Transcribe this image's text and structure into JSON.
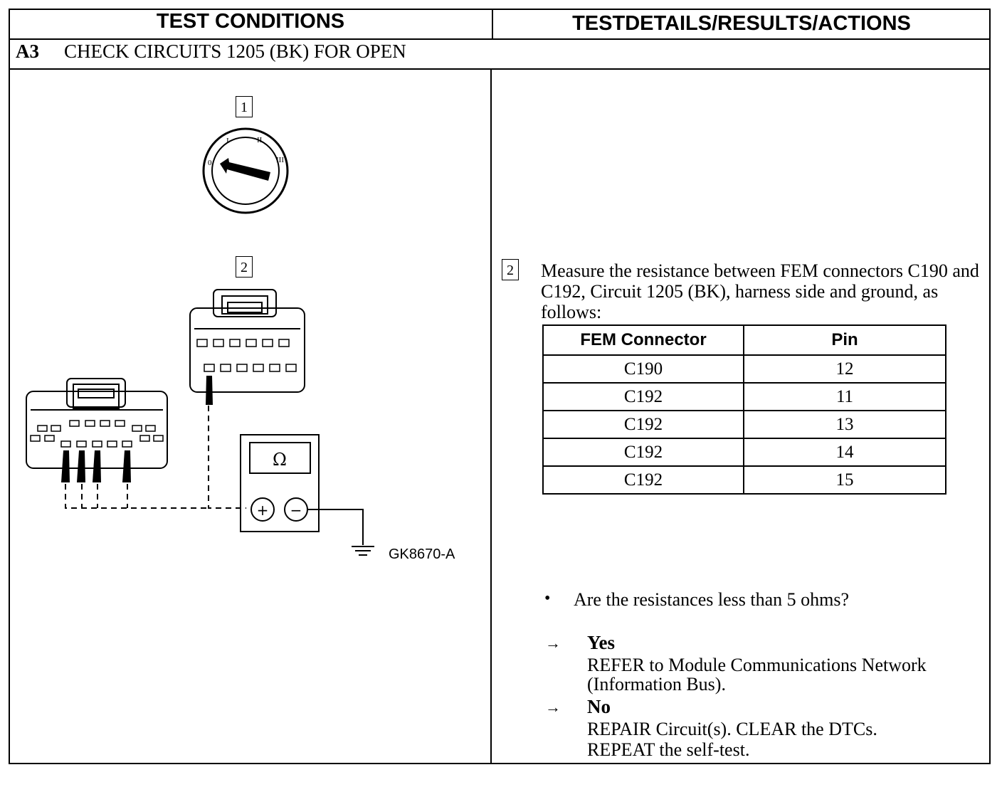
{
  "header": {
    "left": "TEST CONDITIONS",
    "right": "TESTDETAILS/RESULTS/ACTIONS"
  },
  "step": {
    "id": "A3",
    "title": "CHECK CIRCUITS 1205 (BK) FOR OPEN"
  },
  "diagram": {
    "step1_label": "1",
    "step2_label": "2",
    "ignition_positions": [
      "0",
      "I",
      "II",
      "III"
    ],
    "meter_symbol": "Ω",
    "plus_symbol": "+",
    "minus_symbol": "−",
    "figure_id": "GK8670-A"
  },
  "details": {
    "step_label": "2",
    "instruction": "Measure the resistance between FEM connectors C190 and C192, Circuit 1205 (BK), harness side and ground, as follows:",
    "table": {
      "headers": [
        "FEM Connector",
        "Pin"
      ],
      "rows": [
        [
          "C190",
          "12"
        ],
        [
          "C192",
          "11"
        ],
        [
          "C192",
          "13"
        ],
        [
          "C192",
          "14"
        ],
        [
          "C192",
          "15"
        ]
      ]
    },
    "bullet": "•",
    "question": "Are the resistances less than 5 ohms?",
    "arrow": "→",
    "yes": {
      "label": "Yes",
      "line1": "REFER to Module Communications Network",
      "line2": "(Information Bus)."
    },
    "no": {
      "label": "No",
      "line1": "REPAIR Circuit(s). CLEAR the DTCs.",
      "line2": "REPEAT the self-test."
    }
  }
}
